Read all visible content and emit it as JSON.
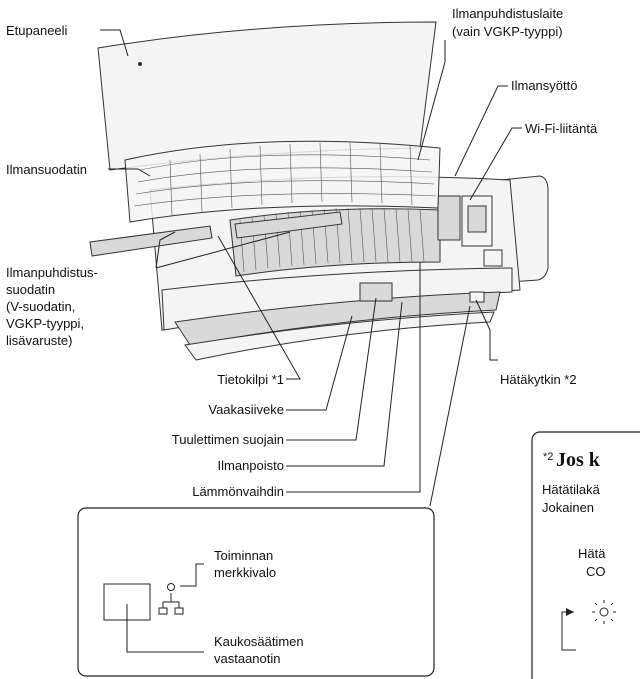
{
  "labels": {
    "etupaneeli": "Etupaneeli",
    "ilmanpuhdistuslaite_1": "Ilmanpuhdistuslaite",
    "ilmanpuhdistuslaite_2": "(vain VGKP-tyyppi)",
    "ilmansyotto": "Ilmansyöttö",
    "wifi": "Wi-Fi-liitäntä",
    "ilmansuodatin": "Ilmansuodatin",
    "puhdistus_1": "Ilmanpuhdistus-",
    "puhdistus_2": "suodatin",
    "puhdistus_3": "(V-suodatin,",
    "puhdistus_4": "VGKP-tyyppi,",
    "puhdistus_5": "lisävaruste)",
    "tietokilpi": "Tietokilpi *1",
    "hatakytkin": "Hätäkytkin *2",
    "vaakasiiveke": "Vaakasiiveke",
    "suojain": "Tuulettimen suojain",
    "ilmanpoisto": "Ilmanpoisto",
    "lammonvaihdin": "Lämmönvaihdin",
    "toiminnan_1": "Toiminnan",
    "toiminnan_2": "merkkivalo",
    "kauko_1": "Kaukosäätimen",
    "kauko_2": "vastaanotin"
  },
  "note_box": {
    "sup": "*2",
    "title": "Jos k",
    "line1": "Hätätilakä",
    "line2": "Jokainen",
    "line3": "Hätä",
    "line4": "CO"
  }
}
